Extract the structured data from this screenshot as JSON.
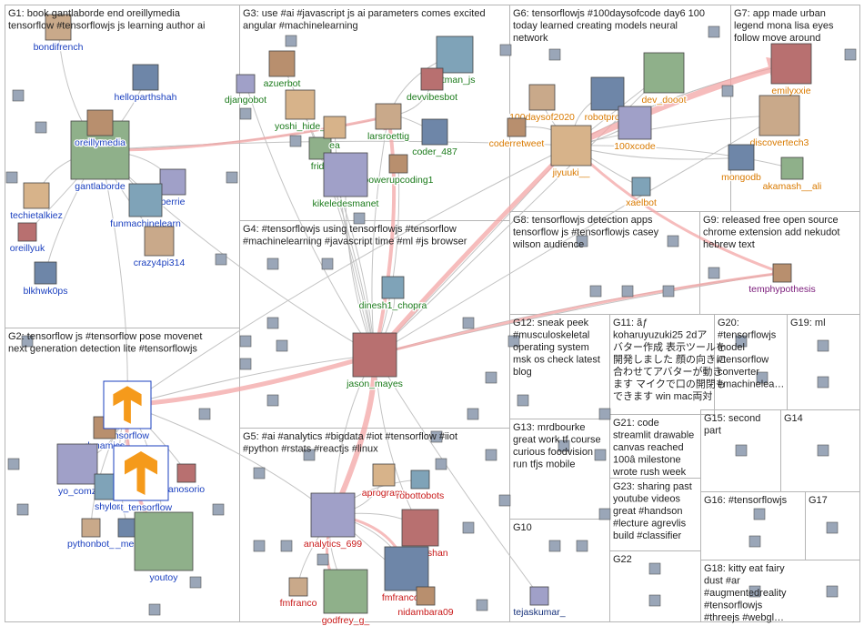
{
  "colors": {
    "edge": "#bdbdbd",
    "edge_highlight": "#f4a6a6",
    "panel_border": "#b5b5b5",
    "label_blue": "#1a3fbf",
    "label_green": "#1a7a1a",
    "label_orange": "#d97a00",
    "label_red": "#c81818",
    "label_purple": "#7a1a7a",
    "label_darkblue": "#16317a"
  },
  "groups": [
    {
      "id": "g1",
      "lines": [
        "G1: book gantlaborde end oreillymedia",
        "tensorflow #tensorflowjs js learning author ai"
      ]
    },
    {
      "id": "g2",
      "lines": [
        "G2: tensorflow js #tensorflow pose movenet",
        "next generation detection lite #tensorflowjs"
      ]
    },
    {
      "id": "g3",
      "lines": [
        "G3: use #ai #javascript js ai parameters comes excited",
        "angular #machinelearning"
      ]
    },
    {
      "id": "g4",
      "lines": [
        "G4: #tensorflowjs using tensorflowjs #tensorflow",
        "#machinelearning #javascript time #ml #js browser"
      ]
    },
    {
      "id": "g5",
      "lines": [
        "G5: #ai #analytics #bigdata #iot #tensorflow #iiot",
        "#python #rstats #reactjs #linux"
      ]
    },
    {
      "id": "g6",
      "lines": [
        "G6: tensorflowjs #100daysofcode day6 100",
        "today learned creating models neural",
        "network"
      ]
    },
    {
      "id": "g7",
      "lines": [
        "G7: app made urban",
        "legend mona lisa eyes",
        "follow move around"
      ]
    },
    {
      "id": "g8",
      "lines": [
        "G8: tensorflowjs detection apps",
        "tensorflow js #tensorflowjs casey",
        "wilson audience"
      ]
    },
    {
      "id": "g9",
      "lines": [
        "G9: released free open source",
        "chrome extension add nekudot",
        "hebrew text"
      ]
    },
    {
      "id": "g10",
      "lines": [
        "G10"
      ]
    },
    {
      "id": "g11",
      "lines": [
        "G11: ãƒ",
        "koharuyuzuki25 2dア",
        "バター作成 表示ツールを",
        "開発しました 顔の向きに",
        "合わせてアバターが動き",
        "ます マイクで口の開閉も",
        "できます win mac両対"
      ]
    },
    {
      "id": "g12",
      "lines": [
        "G12: sneak peek",
        "#musculoskeletal",
        "operating system",
        "msk os check latest",
        "blog"
      ]
    },
    {
      "id": "g13",
      "lines": [
        "G13: mrdbourke",
        "great work tf course",
        "curious foodvision",
        "run tfjs mobile"
      ]
    },
    {
      "id": "g14",
      "lines": [
        "G14"
      ]
    },
    {
      "id": "g15",
      "lines": [
        "G15: second",
        "part"
      ]
    },
    {
      "id": "g16",
      "lines": [
        "G16: #tensorflowjs"
      ]
    },
    {
      "id": "g17",
      "lines": [
        "G17"
      ]
    },
    {
      "id": "g18",
      "lines": [
        "G18: kitty eat fairy",
        "dust #ar",
        "#augmentedreality",
        "#tensorflowjs",
        "#threejs #webgl…"
      ]
    },
    {
      "id": "g19",
      "lines": [
        "G19: ml"
      ]
    },
    {
      "id": "g20",
      "lines": [
        "G20:",
        "#tensorflowjs",
        "model",
        "#tensorflow",
        "converter",
        "#machinelea…"
      ]
    },
    {
      "id": "g21",
      "lines": [
        "G21: code",
        "streamlit drawable",
        "canvas reached",
        "100â milestone",
        "wrote rush week"
      ]
    },
    {
      "id": "g22",
      "lines": [
        "G22"
      ]
    },
    {
      "id": "g23",
      "lines": [
        "G23: sharing past",
        "youtube videos",
        "great #handson",
        "#lecture agrevlis",
        "build #classifier"
      ]
    }
  ],
  "nodes": [
    {
      "id": "bondifrench",
      "label": "bondifrench",
      "color": "blue"
    },
    {
      "id": "helloparthshah",
      "label": "helloparthshah",
      "color": "blue"
    },
    {
      "id": "gantlaborde",
      "label": "gantlaborde",
      "color": "blue"
    },
    {
      "id": "oreillymedia",
      "label": "oreillymedia",
      "color": "blue"
    },
    {
      "id": "perrie",
      "label": "perrie",
      "color": "blue"
    },
    {
      "id": "techietalkiez",
      "label": "techietalkiez",
      "color": "blue"
    },
    {
      "id": "funmachinelearn",
      "label": "funmachinelearn",
      "color": "blue"
    },
    {
      "id": "oreillyuk",
      "label": "oreillyuk",
      "color": "blue"
    },
    {
      "id": "crazy4pi314",
      "label": "crazy4pi314",
      "color": "blue"
    },
    {
      "id": "blkhwk0ps",
      "label": "blkhwk0ps",
      "color": "blue"
    },
    {
      "id": "tensorflow",
      "label": "tensorflow",
      "color": "blue"
    },
    {
      "id": "dynamics",
      "label": "dynamics",
      "color": "blue"
    },
    {
      "id": "yo_comz",
      "label": "yo_comz",
      "color": "blue"
    },
    {
      "id": "bot_tensorflow",
      "label": "bot_tensorflow",
      "color": "blue"
    },
    {
      "id": "shylor",
      "label": "shylor",
      "color": "blue"
    },
    {
      "id": "anosorio",
      "label": "anosorio",
      "color": "blue"
    },
    {
      "id": "pythonbot",
      "label": "pythonbot_",
      "color": "blue"
    },
    {
      "id": "machinelearn_",
      "label": "_men",
      "color": "blue"
    },
    {
      "id": "youtoy",
      "label": "youtoy",
      "color": "blue"
    },
    {
      "id": "azuerbot",
      "label": "azuerbot",
      "color": "green"
    },
    {
      "id": "djangobot",
      "label": "djangobot",
      "color": "green"
    },
    {
      "id": "yoshi_hide",
      "label": "yoshi_hide_",
      "color": "green"
    },
    {
      "id": "hitman_js",
      "label": "hitman_js",
      "color": "green"
    },
    {
      "id": "devvibesbot",
      "label": "devvibesbot",
      "color": "green"
    },
    {
      "id": "larsroettig",
      "label": "larsroettig",
      "color": "green"
    },
    {
      "id": "coder_487",
      "label": "coder_487",
      "color": "green"
    },
    {
      "id": "frida",
      "label": "frida",
      "color": "green"
    },
    {
      "id": "powerupcoding1",
      "label": "powerupcoding1",
      "color": "green"
    },
    {
      "id": "kikeledesmanet",
      "label": "kikeledesmanet",
      "color": "green"
    },
    {
      "id": "lea",
      "label": "ea",
      "color": "green"
    },
    {
      "id": "dinesh1_chopra",
      "label": "dinesh1_chopra",
      "color": "green"
    },
    {
      "id": "jason_mayes",
      "label": "jason_mayes",
      "color": "green"
    },
    {
      "id": "100daysof2020",
      "label": "100daysof2020",
      "color": "orange"
    },
    {
      "id": "robotproud",
      "label": "robotproud",
      "color": "orange"
    },
    {
      "id": "dev_dooot",
      "label": "dev_dooot",
      "color": "orange"
    },
    {
      "id": "coderretweet",
      "label": "coderretweet",
      "color": "orange"
    },
    {
      "id": "100xcode",
      "label": "100xcode",
      "color": "orange"
    },
    {
      "id": "jiyuuki",
      "label": "jiyuuki__",
      "color": "orange"
    },
    {
      "id": "xaelbot",
      "label": "xaelbot",
      "color": "orange"
    },
    {
      "id": "emilyxxie",
      "label": "emilyxxie",
      "color": "orange"
    },
    {
      "id": "discovertech3",
      "label": "discovertech3",
      "color": "orange"
    },
    {
      "id": "mongodb",
      "label": "mongodb",
      "color": "orange"
    },
    {
      "id": "akamash__ali",
      "label": "akamash__ali",
      "color": "orange"
    },
    {
      "id": "temphypothesis",
      "label": "temphypothesis",
      "color": "purple"
    },
    {
      "id": "analytics_699",
      "label": "analytics_699",
      "color": "red"
    },
    {
      "id": "aprogramr",
      "label": "aprogramr",
      "color": "red"
    },
    {
      "id": "robottobots",
      "label": "robottobots",
      "color": "red"
    },
    {
      "id": "thisismdshan",
      "label": "thisismdshan",
      "color": "red"
    },
    {
      "id": "fmfranco",
      "label": "fmfranco",
      "color": "red"
    },
    {
      "id": "fmfrancoise",
      "label": "fmfrancoise",
      "color": "red"
    },
    {
      "id": "godfrey_g",
      "label": "godfrey_g_",
      "color": "red"
    },
    {
      "id": "nidambara09",
      "label": "nidambara09",
      "color": "red"
    },
    {
      "id": "tejaskumar",
      "label": "tejaskumar_",
      "color": "darkblue"
    }
  ]
}
